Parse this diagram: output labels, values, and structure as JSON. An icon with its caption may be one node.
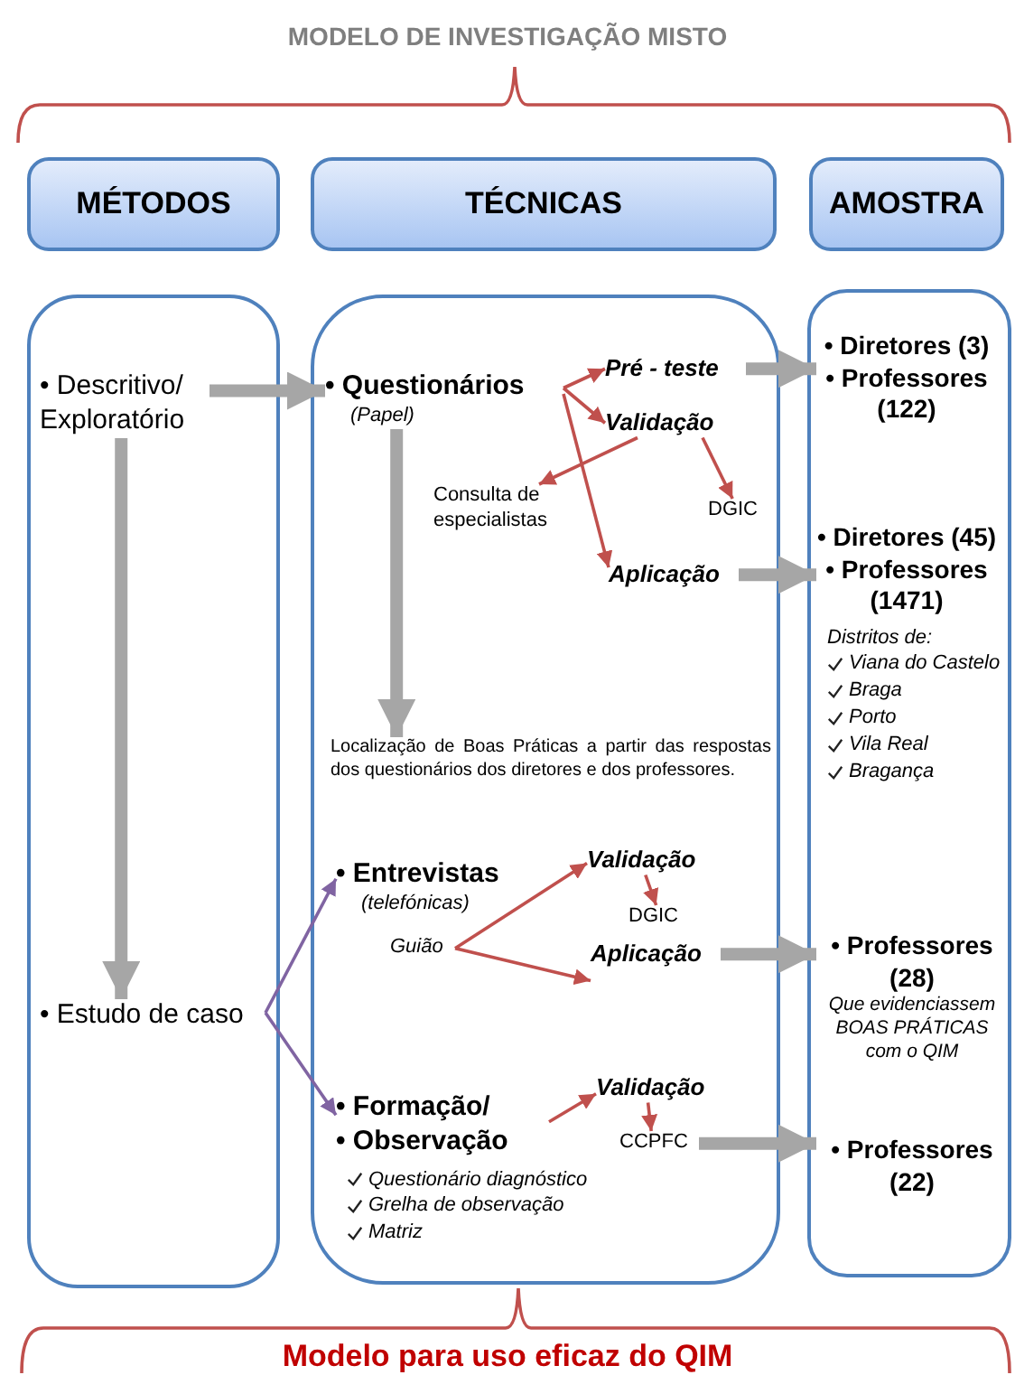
{
  "diagram": {
    "title": "MODELO DE INVESTIGAÇÃO MISTO",
    "caption": "Modelo para uso eficaz do QIM",
    "nodes": [
      {
        "text": [
          "MÉTODOS"
        ]
      },
      {
        "text": [
          "TÉCNICAS"
        ]
      },
      {
        "text": [
          "AMOSTRA"
        ]
      },
      {
        "text": [],
        "shape": "box"
      },
      {
        "text": [],
        "shape": "box"
      },
      {
        "text": [],
        "shape": "box"
      },
      {
        "text": [
          "• Descritivo/ Exploratório"
        ],
        "in": 3
      },
      {
        "text": [
          "• Estudo de caso"
        ],
        "in": 3
      },
      {
        "text": [
          "• Questionários",
          "(Papel)"
        ],
        "in": 4
      },
      {
        "text": [
          "Pré - teste"
        ],
        "in": 4
      },
      {
        "text": [
          "Validação"
        ],
        "in": 4
      },
      {
        "text": [
          "Consulta de especialistas"
        ],
        "in": 4
      },
      {
        "text": [
          "DGIC"
        ],
        "in": 4
      },
      {
        "text": [
          "Aplicação"
        ],
        "in": 4
      },
      {
        "text": [
          "Localização de Boas Práticas a partir das respostas dos questionários dos diretores e dos professores."
        ],
        "in": 4
      },
      {
        "text": [
          "• Entrevistas",
          "(telefónicas)"
        ],
        "in": 4
      },
      {
        "text": [
          "Guião"
        ],
        "in": 4
      },
      {
        "text": [
          "Validação"
        ],
        "in": 4
      },
      {
        "text": [
          "DGIC"
        ],
        "in": 4
      },
      {
        "text": [
          "Aplicação"
        ],
        "in": 4
      },
      {
        "text": [
          "• Formação/",
          "• Observação"
        ],
        "in": 4,
        "beside": [
          "Questionário diagnóstico",
          "Grelha de observação",
          "Matriz"
        ]
      },
      {
        "text": [
          "Validação"
        ],
        "in": 4
      },
      {
        "text": [
          "CCPFC"
        ],
        "in": 4
      },
      {
        "text": [
          "• Diretores (3)",
          "• Professores (122)"
        ],
        "in": 5
      },
      {
        "text": [
          "• Diretores (45)",
          "• Professores (1471)"
        ],
        "in": 5,
        "beside": [
          "Distritos de:",
          "Viana do Castelo",
          "Braga",
          "Porto",
          "Vila Real",
          "Bragança"
        ]
      },
      {
        "text": [
          "• Professores (28)",
          "Que evidenciassem BOAS PRÁTICAS com o QIM"
        ],
        "in": 5
      },
      {
        "text": [
          "• Professores (22)"
        ],
        "in": 5
      }
    ],
    "edges": [
      {
        "from": 6,
        "to": 8,
        "arrow": "to",
        "style": "thick",
        "color": "#a6a6a6"
      },
      {
        "from": 6,
        "to": 7,
        "arrow": "to",
        "style": "thick",
        "color": "#a6a6a6"
      },
      {
        "from": 8,
        "to": 14,
        "arrow": "to",
        "style": "thick",
        "color": "#a6a6a6"
      },
      {
        "from": 8,
        "to": 9,
        "arrow": "to"
      },
      {
        "from": 8,
        "to": 10,
        "arrow": "to"
      },
      {
        "from": 8,
        "to": 13,
        "arrow": "to"
      },
      {
        "from": 10,
        "to": 11,
        "arrow": "to"
      },
      {
        "from": 10,
        "to": 12,
        "arrow": "to"
      },
      {
        "from": 9,
        "to": 23,
        "arrow": "to",
        "style": "thick",
        "color": "#a6a6a6"
      },
      {
        "from": 13,
        "to": 24,
        "arrow": "to",
        "style": "thick",
        "color": "#a6a6a6"
      },
      {
        "from": 7,
        "to": 15,
        "arrow": "to",
        "color": "#8064a2"
      },
      {
        "from": 7,
        "to": 20,
        "arrow": "to",
        "color": "#8064a2"
      },
      {
        "from": 16,
        "to": 17,
        "arrow": "to"
      },
      {
        "from": 16,
        "to": 19,
        "arrow": "to"
      },
      {
        "from": 17,
        "to": 18,
        "arrow": "to"
      },
      {
        "from": 19,
        "to": 25,
        "arrow": "to",
        "style": "thick",
        "color": "#a6a6a6"
      },
      {
        "from": 20,
        "to": 21,
        "arrow": "to"
      },
      {
        "from": 21,
        "to": 22,
        "arrow": "to"
      },
      {
        "from": 22,
        "to": 26,
        "arrow": "to",
        "style": "thick",
        "color": "#a6a6a6"
      }
    ]
  }
}
